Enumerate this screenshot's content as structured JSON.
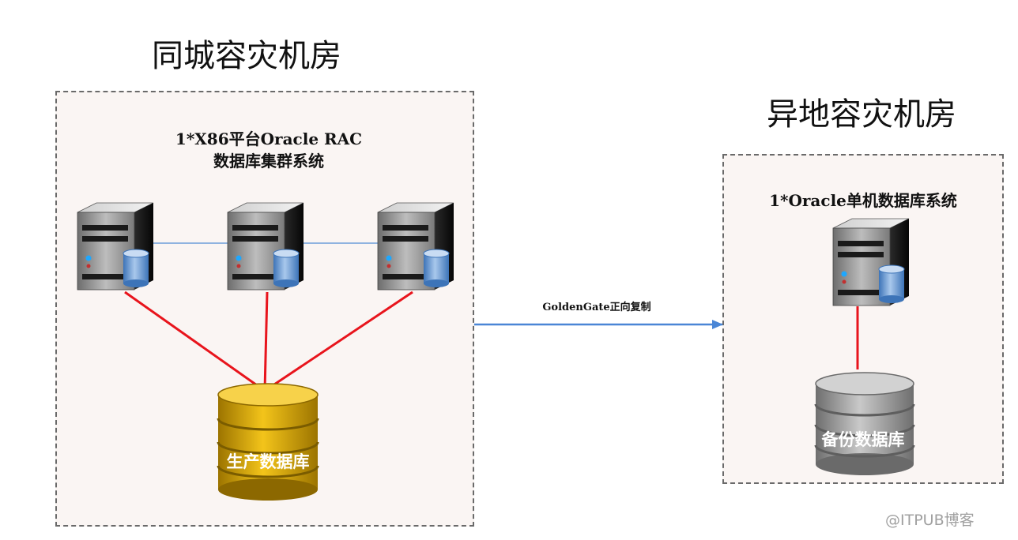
{
  "titles": {
    "left": "同城容灾机房",
    "right": "异地容灾机房"
  },
  "rac_cluster": {
    "line1": "1*X86平台Oracle RAC",
    "line2": "数据库集群系统"
  },
  "standby_system": {
    "label": "1*Oracle单机数据库系统"
  },
  "replication": {
    "label": "GoldenGate正向复制"
  },
  "databases": {
    "production": "生产数据库",
    "backup": "备份数据库"
  },
  "watermark": "@ITPUB博客",
  "colors": {
    "link_red": "#e8141c",
    "interconnect_blue": "#8fb3e0",
    "arrow_blue": "#4a86d6",
    "production_db": "#d6a600",
    "backup_db": "#9a9a9a"
  }
}
